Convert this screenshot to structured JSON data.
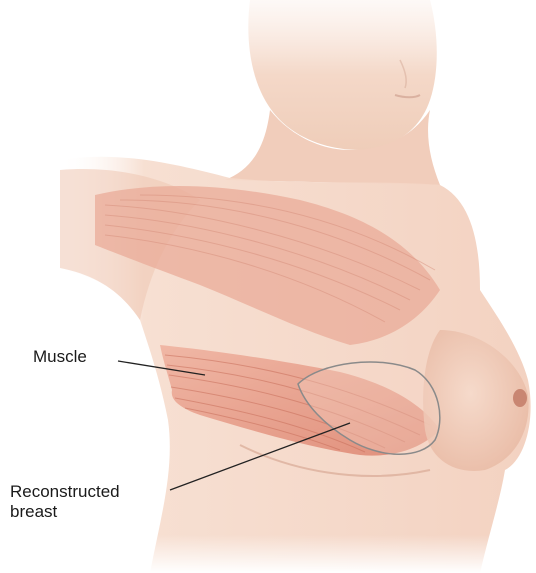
{
  "labels": {
    "muscle": "Muscle",
    "reconstructed_line1": "Reconstructed",
    "reconstructed_line2": "breast"
  },
  "colors": {
    "skin": "#f6dccd",
    "skin_shadow": "#e7b8a1",
    "muscle": "#e39a86",
    "muscle_dark": "#c9705c",
    "implant_outline": "#8a8a8a",
    "leader_line": "#222222"
  }
}
